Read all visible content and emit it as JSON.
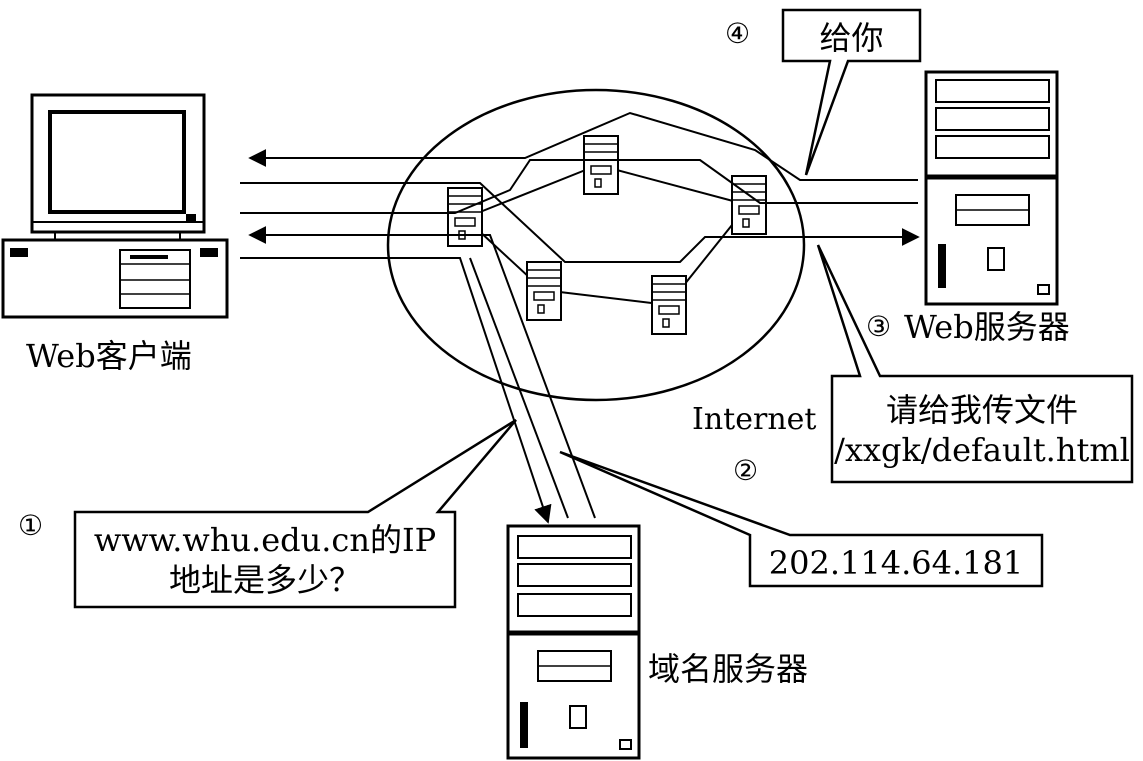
{
  "labels": {
    "client": "Web客户端",
    "internet": "Internet",
    "web_server": "Web服务器",
    "dns_server": "域名服务器"
  },
  "steps": {
    "s1": "①",
    "s2": "②",
    "s3": "③",
    "s4": "④"
  },
  "callouts": {
    "dns_query_line1": "www.whu.edu.cn的IP",
    "dns_query_line2": "地址是多少？",
    "dns_answer": "202.114.64.181",
    "http_request_line1": "请给我传文件",
    "http_request_line2": "/xxgk/default.html",
    "http_response": "给你"
  },
  "colors": {
    "ink": "#000000",
    "paper": "#ffffff"
  }
}
